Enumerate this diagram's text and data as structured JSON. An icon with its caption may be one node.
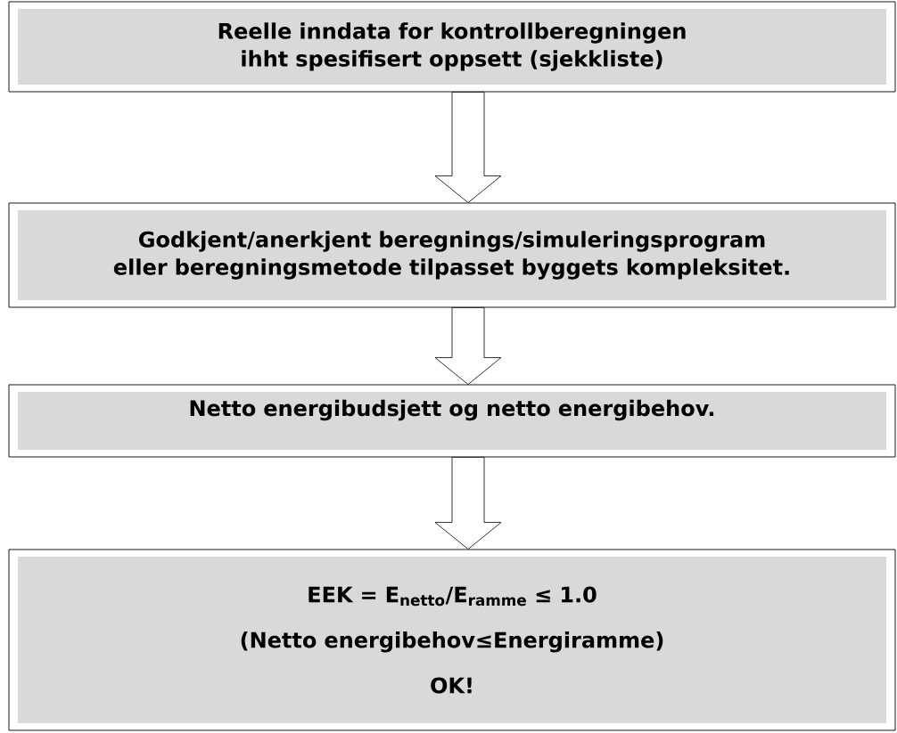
{
  "diagram": {
    "nodes": [
      {
        "text": [
          "Reelle inndata for kontrollberegningen ihht spesifisert oppsett (sjekkliste)"
        ]
      },
      {
        "text": [
          "Godkjent/anerkjent beregnings/simuleringsprogram eller beregningsmetode tilpasset byggets kompleksitet."
        ]
      },
      {
        "text": [
          "Netto energibudsjett og netto energibehov."
        ]
      },
      {
        "text": [
          "EEK = E$_{netto}$/E$_{ramme}$ ≤ 1.0",
          "(Netto energibehov≤Energiramme)",
          "OK!"
        ]
      }
    ],
    "edges": [
      {
        "from": 0,
        "to": 1,
        "arrow": "to"
      },
      {
        "from": 1,
        "to": 2,
        "arrow": "to"
      },
      {
        "from": 2,
        "to": 3,
        "arrow": "to"
      }
    ]
  }
}
